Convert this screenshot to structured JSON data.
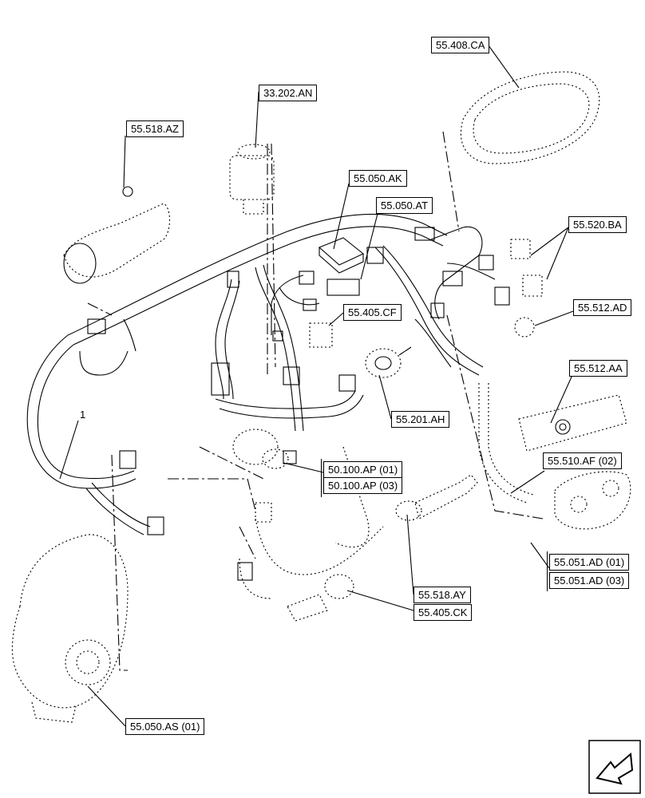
{
  "labels": {
    "l_55408CA": "55.408.CA",
    "l_33202AN": "33.202.AN",
    "l_55518AZ": "55.518.AZ",
    "l_55050AK": "55.050.AK",
    "l_55050AT": "55.050.AT",
    "l_55520BA": "55.520.BA",
    "l_55512AD": "55.512.AD",
    "l_55405CF": "55.405.CF",
    "l_55512AA": "55.512.AA",
    "l_55201AH": "55.201.AH",
    "l_50100AP01": "50.100.AP (01)",
    "l_50100AP03": "50.100.AP (03)",
    "l_55510AF02": "55.510.AF (02)",
    "l_55051AD01": "55.051.AD (01)",
    "l_55051AD03": "55.051.AD (03)",
    "l_55518AY": "55.518.AY",
    "l_55405CK": "55.405.CK",
    "l_55050AS01": "55.050.AS (01)",
    "item_1": "1"
  }
}
